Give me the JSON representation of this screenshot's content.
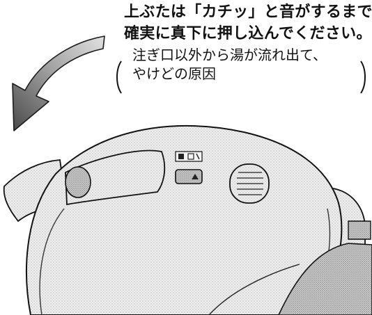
{
  "caption": {
    "line1": "上ぶたは「カチッ」と音がするまで",
    "line2": "確実に真下に押し込んでください。",
    "note_line1": "注ぎ口以外から湯が流れ出て、",
    "note_line2": "やけどの原因"
  },
  "icons": {
    "arrow": "curved-arrow-left-icon",
    "device": "electric-kettle-lid-illustration",
    "unlock_mark": "lock-unlock-mark-icon",
    "release_button": "lid-release-button-icon",
    "vent": "steam-vent-icon"
  },
  "colors": {
    "ink": "#111111",
    "shade_light": "#e6e6e6",
    "shade_mid": "#c8c8c8",
    "shade_dark": "#8a8a8a",
    "background": "#ffffff"
  }
}
